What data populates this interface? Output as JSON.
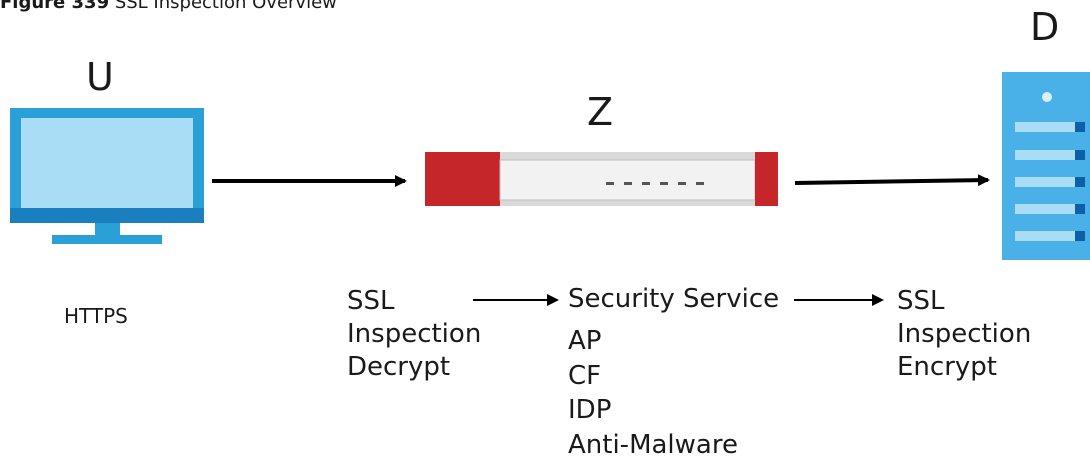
{
  "figure": {
    "number": "Figure 339",
    "title": "SSL Inspection Overview"
  },
  "nodes": {
    "user": {
      "letter": "U",
      "label": "HTTPS",
      "icon": "computer-monitor-icon"
    },
    "zyxel": {
      "letter": "Z",
      "icon": "firewall-device-icon"
    },
    "destination": {
      "letter": "D",
      "icon": "server-icon"
    }
  },
  "stages": {
    "decrypt": {
      "lines": [
        "SSL",
        "Inspection",
        "Decrypt"
      ]
    },
    "security": {
      "heading": "Security Service",
      "items": [
        "AP",
        "CF",
        "IDP",
        "Anti-Malware"
      ]
    },
    "encrypt": {
      "lines": [
        "SSL",
        "Inspection",
        "Encrypt"
      ]
    }
  },
  "colors": {
    "monitor_frame": "#2a9fd8",
    "monitor_screen": "#a9dcf5",
    "device_red": "#c4262a",
    "device_body": "#f2f2f2",
    "server_body": "#49b1e8",
    "server_slot": "#a9dcf5",
    "server_led": "#0d5fa8",
    "arrow": "#000000"
  }
}
